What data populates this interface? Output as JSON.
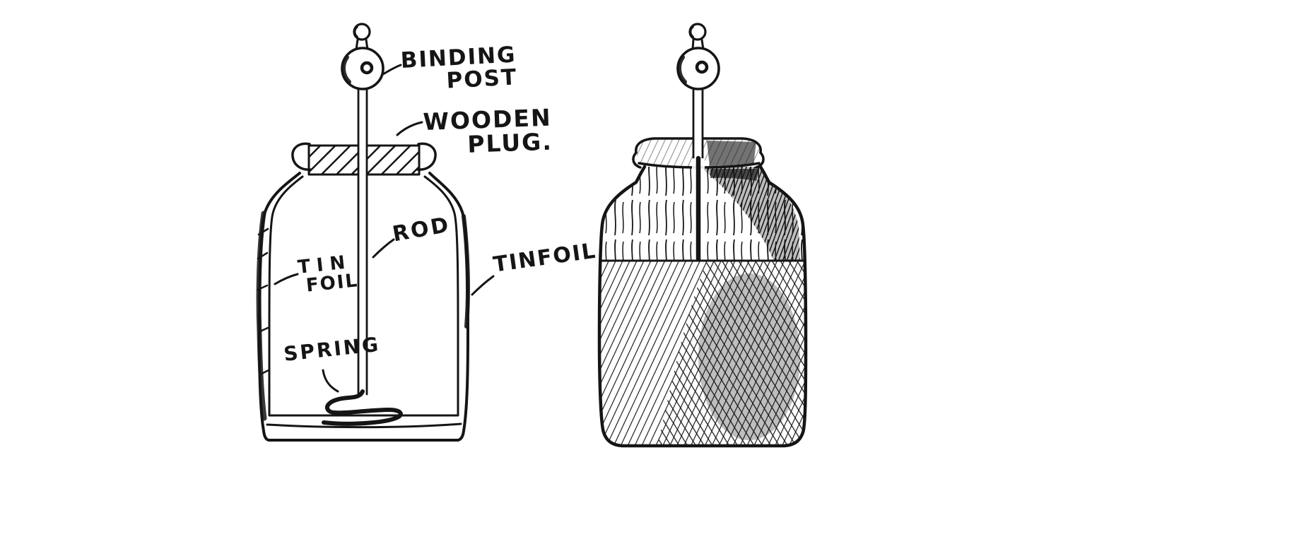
{
  "page": {
    "background": "#ffffff",
    "ink": "#151515"
  },
  "figure": {
    "labels": {
      "binding_post": {
        "line1": "BINDING",
        "line2": "POST"
      },
      "wooden_plug": {
        "line1": "WOODEN",
        "line2": "PLUG."
      },
      "rod": "ROD",
      "tin_foil": {
        "line1": "TIN",
        "line2": "FOIL"
      },
      "spring": "SPRING",
      "tinfoil": "TINFOIL"
    }
  }
}
